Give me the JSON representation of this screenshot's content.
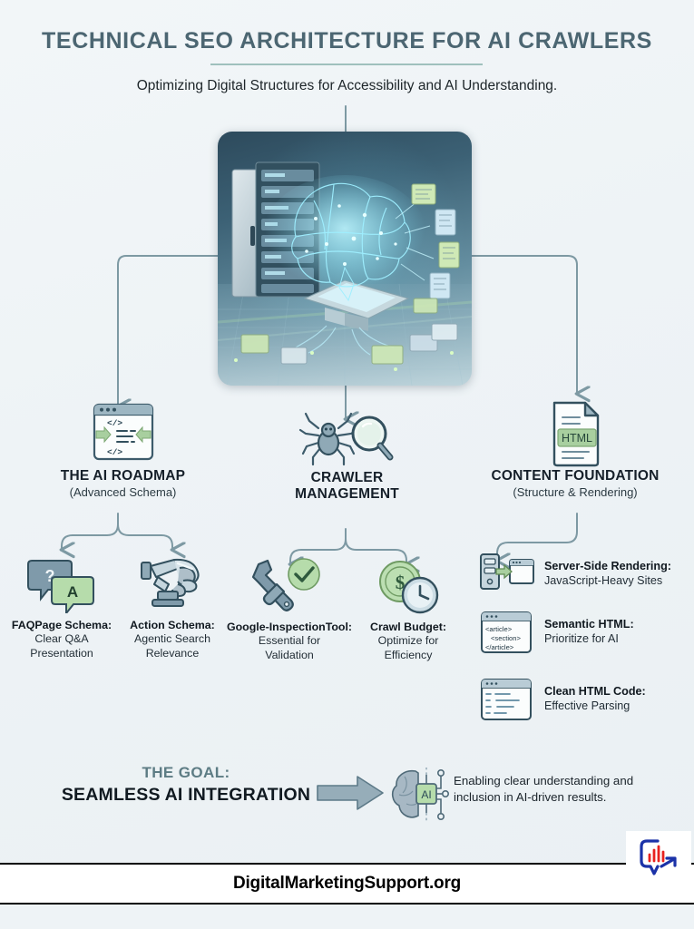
{
  "header": {
    "title": "TECHNICAL SEO ARCHITECTURE FOR AI CRAWLERS",
    "subtitle": "Optimizing Digital Structures for Accessibility and AI Understanding.",
    "title_color": "#4c6672",
    "rule_color": "#9fc0bd"
  },
  "hero": {
    "alt": "AI brain hologram above a processor chip beside a server rack with document nodes",
    "icon": "ai-brain-server-illustration"
  },
  "pillars": [
    {
      "id": "ai-roadmap",
      "icon": "code-window-icon",
      "title": "THE AI ROADMAP",
      "subtitle": "(Advanced Schema)"
    },
    {
      "id": "crawler-management",
      "icon": "spider-magnifier-icon",
      "title_line1": "CRAWLER",
      "title_line2": "MANAGEMENT",
      "subtitle": ""
    },
    {
      "id": "content-foundation",
      "icon": "html-document-icon",
      "title": "CONTENT FOUNDATION",
      "subtitle": "(Structure & Rendering)"
    }
  ],
  "leaves": {
    "roadmap": [
      {
        "id": "faqpage-schema",
        "icon": "qa-speech-bubbles-icon",
        "title": "FAQPage Schema:",
        "desc_line1": "Clear Q&A",
        "desc_line2": "Presentation"
      },
      {
        "id": "action-schema",
        "icon": "robot-arm-icon",
        "title": "Action Schema:",
        "desc_line1": "Agentic Search",
        "desc_line2": "Relevance"
      }
    ],
    "crawler": [
      {
        "id": "google-inspection-tool",
        "icon": "wrench-checkmark-icon",
        "title": "Google-InspectionTool:",
        "desc_line1": "Essential for",
        "desc_line2": "Validation"
      },
      {
        "id": "crawl-budget",
        "icon": "coin-clock-icon",
        "title": "Crawl Budget:",
        "desc_line1": "Optimize for",
        "desc_line2": "Efficiency"
      }
    ],
    "content": [
      {
        "id": "server-side-rendering",
        "icon": "server-to-browser-icon",
        "title": "Server-Side Rendering:",
        "desc": "JavaScript-Heavy Sites"
      },
      {
        "id": "semantic-html",
        "icon": "semantic-tags-window-icon",
        "title": "Semantic HTML:",
        "desc": "Prioritize for AI",
        "code_lines": [
          "<article>",
          "<section>",
          "</article>"
        ]
      },
      {
        "id": "clean-html-code",
        "icon": "clean-code-window-icon",
        "title": "Clean HTML Code:",
        "desc": "Effective Parsing"
      }
    ]
  },
  "goal": {
    "kicker": "THE GOAL:",
    "headline": "SEAMLESS AI INTEGRATION",
    "arrow_icon": "right-arrow-icon",
    "brain_icon": "ai-chip-brain-icon",
    "brain_chip_label": "AI",
    "description_line1": "Enabling clear understanding and",
    "description_line2": "inclusion in AI-driven results."
  },
  "footer": {
    "site": "DigitalMarketingSupport.org",
    "logo_icon": "chat-bar-chart-arrow-logo",
    "logo_bar_color": "#e8221f",
    "logo_frame_color": "#1b32a8"
  },
  "palette": {
    "background": "#eef3f6",
    "connector": "#7d99a3",
    "icon_slate": "#5f7d8c",
    "icon_green": "#a8cf9f",
    "icon_dark": "#33505e",
    "text_dark": "#10181f"
  }
}
